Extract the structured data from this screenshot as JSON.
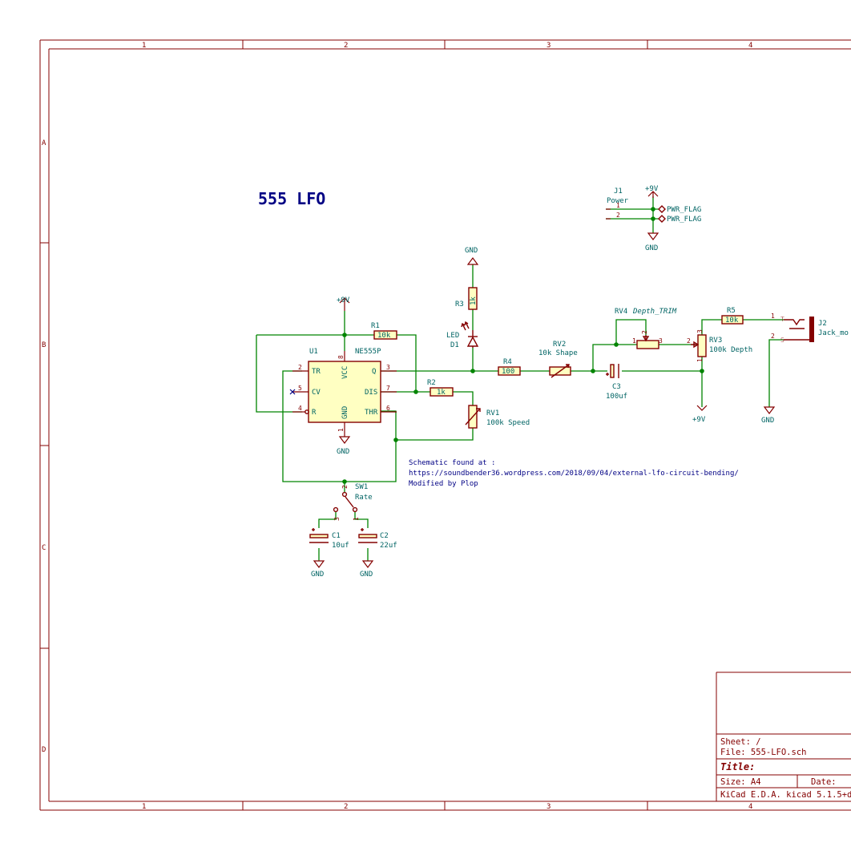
{
  "sheet_title": "555 LFO",
  "frame": {
    "columns": [
      "1",
      "2",
      "3",
      "4"
    ],
    "rows": [
      "A",
      "B",
      "C",
      "D"
    ]
  },
  "parts": {
    "u1": {
      "ref": "U1",
      "value": "NE555P",
      "pins": {
        "tr": "TR",
        "cv": "CV",
        "r": "R",
        "vcc": "VCC",
        "gnd": "GND",
        "q": "Q",
        "dis": "DIS",
        "thr": "THR"
      },
      "pin_numbers": {
        "tr": "2",
        "cv": "5",
        "r": "4",
        "vcc": "8",
        "gnd": "1",
        "q": "3",
        "dis": "7",
        "thr": "6"
      }
    },
    "r1": {
      "ref": "R1",
      "value": "10k"
    },
    "r2": {
      "ref": "R2",
      "value": "1k"
    },
    "r3": {
      "ref": "R3",
      "value": "1k"
    },
    "r4": {
      "ref": "R4",
      "value": "100"
    },
    "r5": {
      "ref": "R5",
      "value": "10k"
    },
    "d1": {
      "ref": "D1",
      "value": "LED"
    },
    "rv1": {
      "ref": "RV1",
      "value": "100k Speed"
    },
    "rv2": {
      "ref": "RV2",
      "value": "10k Shape"
    },
    "rv3": {
      "ref": "RV3",
      "value": "100k Depth",
      "pin_numbers": {
        "a": "3",
        "w": "2",
        "b": "1"
      }
    },
    "rv4": {
      "ref": "RV4",
      "value": "Depth_TRIM",
      "pin_numbers": {
        "a": "1",
        "w": "2",
        "b": "3"
      }
    },
    "c1": {
      "ref": "C1",
      "value": "10uf"
    },
    "c2": {
      "ref": "C2",
      "value": "22uf"
    },
    "c3": {
      "ref": "C3",
      "value": "100uf"
    },
    "sw1": {
      "ref": "SW1",
      "value": "Rate",
      "pin_numbers": {
        "c": "2",
        "a": "3",
        "b": "1"
      }
    },
    "j1": {
      "ref": "J1",
      "value": "Power",
      "pin_numbers": {
        "p1": "1",
        "p2": "2"
      }
    },
    "j2": {
      "ref": "J2",
      "value": "Jack_mo",
      "pin_numbers": {
        "t": "1",
        "tn": "T",
        "s": "2",
        "sn": "S"
      }
    }
  },
  "power": {
    "vcc_label": "+9V",
    "gnd_label": "GND",
    "flag_label": "PWR_FLAG"
  },
  "notes": {
    "line1": "Schematic found at :",
    "line2": "https://soundbender36.wordpress.com/2018/09/04/external-lfo-circuit-bending/",
    "line3": "Modified by Plop"
  },
  "title_block": {
    "sheet": "Sheet: /",
    "file": "File: 555-LFO.sch",
    "title": "Title:",
    "size": "Size: A4",
    "date": "Date:",
    "kicad": "KiCad E.D.A.  kicad 5.1.5+d"
  },
  "colors": {
    "frame": "#840000",
    "wire": "#008400",
    "component_fill": "#ffffc2",
    "reference_text": "#006464",
    "note_text": "#000084"
  }
}
